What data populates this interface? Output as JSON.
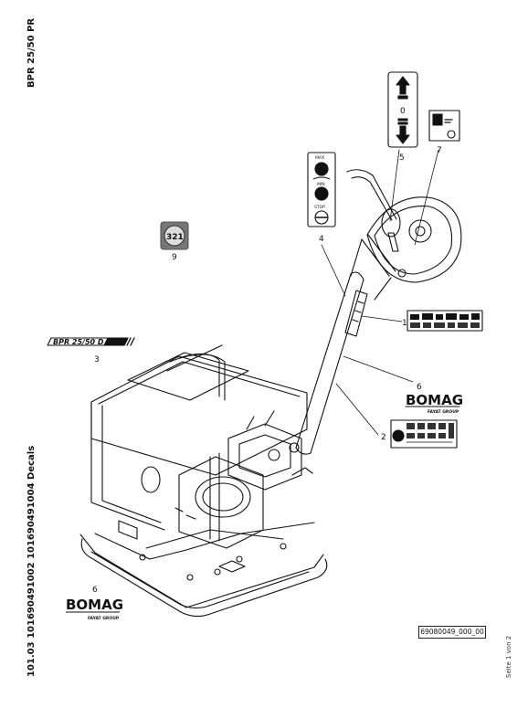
{
  "header": {
    "model_title": "BPR 25/50 PR",
    "part_line": "101.03 101690491002 101690491004 Decals",
    "page_note": "Seite 1 von 2"
  },
  "reference_code": "69080049_000_00",
  "callouts": {
    "c1": "1",
    "c2": "2",
    "c3": "3",
    "c4": "4",
    "c5": "5",
    "c6a": "6",
    "c6b": "6",
    "c7": "7",
    "c9": "9"
  },
  "decals": {
    "model_decal": "BPR 25/50 D",
    "throttle": {
      "max": "MAX",
      "min": "MIN",
      "stop": "STOP"
    },
    "direction_zero": "0",
    "badge": "321",
    "brand_main": "BOMAG",
    "brand_sub": "FAYAT GROUP"
  }
}
